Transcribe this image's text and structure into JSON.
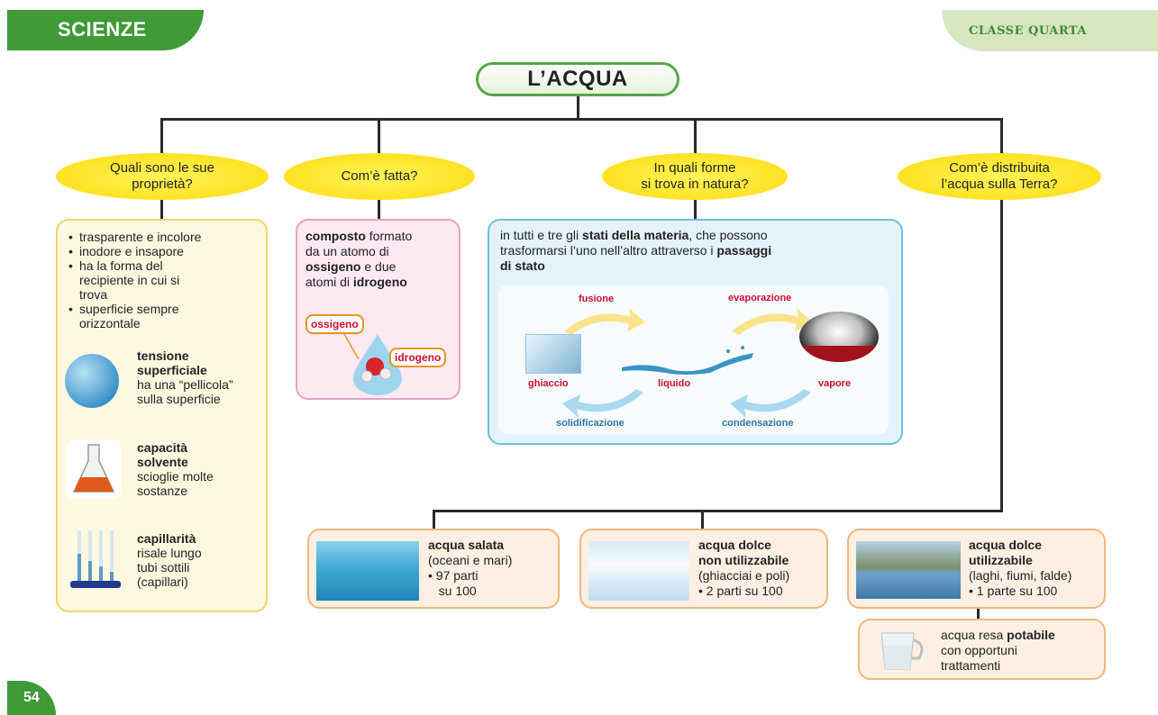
{
  "header": {
    "subject": "SCIENZE",
    "class": "CLASSE QUARTA",
    "page_number": "54"
  },
  "title": "L’ACQUA",
  "questions": {
    "q1_line1": "Quali sono le sue",
    "q1_line2": "proprietà?",
    "q2": "Com’è fatta?",
    "q3_line1": "In quali forme",
    "q3_line2": "si trova in natura?",
    "q4_line1": "Com’è distribuita",
    "q4_line2": "l’acqua sulla Terra?"
  },
  "properties": {
    "bullets": [
      "trasparente e incolore",
      "inodore e insapore",
      "ha la forma del recipiente in cui si trova",
      "superficie sempre orizzontale"
    ],
    "tension_title_1": "tensione",
    "tension_title_2": "superficiale",
    "tension_text_1": "ha una “pellicola”",
    "tension_text_2": "sulla superficie",
    "solvent_title_1": "capacità",
    "solvent_title_2": "solvente",
    "solvent_text_1": "scioglie molte",
    "solvent_text_2": "sostanze",
    "cap_title": "capillarità",
    "cap_text_1": "risale lungo",
    "cap_text_2": "tubi sottili",
    "cap_text_3": "(capillari)"
  },
  "composition": {
    "w1": "composto",
    "t1": " formato",
    "t2": "da un atomo di",
    "w2": "ossigeno",
    "t3": " e due",
    "t4": "atomi di ",
    "w3": "idrogeno",
    "label_oxygen": "ossigeno",
    "label_hydrogen": "idrogeno"
  },
  "nature": {
    "t1": "in tutti e tre gli ",
    "b1": "stati della materia",
    "t2": ", che possono",
    "t3": "trasformarsi l’uno nell’altro attraverso i ",
    "b2": "passaggi",
    "b3": "di stato",
    "fusione": "fusione",
    "evaporazione": "evaporazione",
    "solidificazione": "solidificazione",
    "condensazione": "condensazione",
    "ghiaccio": "ghiaccio",
    "liquido": "liquido",
    "vapore": "vapore"
  },
  "distribution": {
    "salt_title": "acqua salata",
    "salt_sub": "(oceani e mari)",
    "salt_b1": "97 parti",
    "salt_b2": "su 100",
    "fresh_nu_t1": "acqua dolce",
    "fresh_nu_t2": "non utilizzabile",
    "fresh_nu_sub": "(ghiacciai e poli)",
    "fresh_nu_b": "2 parti su 100",
    "fresh_u_t1": "acqua dolce",
    "fresh_u_t2": "utilizzabile",
    "fresh_u_sub": "(laghi, fiumi, falde)",
    "fresh_u_b": "1 parte su 100",
    "pot_t1": "acqua resa ",
    "pot_b": "potabile",
    "pot_t2": "con opportuni",
    "pot_t3": "trattamenti"
  },
  "colors": {
    "green": "#3f9a37",
    "yellow": "#ffe01b",
    "blue_arrow": "#a9d9ee",
    "yellow_arrow": "#fbe38a"
  }
}
